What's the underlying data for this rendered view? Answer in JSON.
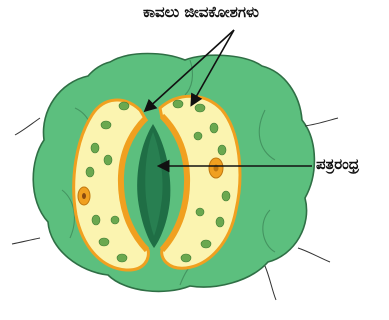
{
  "labels": {
    "guard_cells": "ಕಾವಲು ಜೀವಕೋಶಗಳು",
    "stomatal_pore": "ಪತ್ರರಂಧ್ರ"
  },
  "colors": {
    "epidermis_fill": "#5cbf7e",
    "epidermis_outline": "#2f6f45",
    "guard_cell_fill": "#fbf4b0",
    "guard_cell_outline": "#f0a020",
    "pore_fill": "#1f6e45",
    "chloroplast": "#6aa84f",
    "nucleus": "#f0a020",
    "arrow": "#111111"
  },
  "icons": [
    "arrow-to-guard-cell-left",
    "arrow-to-guard-cell-right",
    "arrow-to-pore"
  ]
}
